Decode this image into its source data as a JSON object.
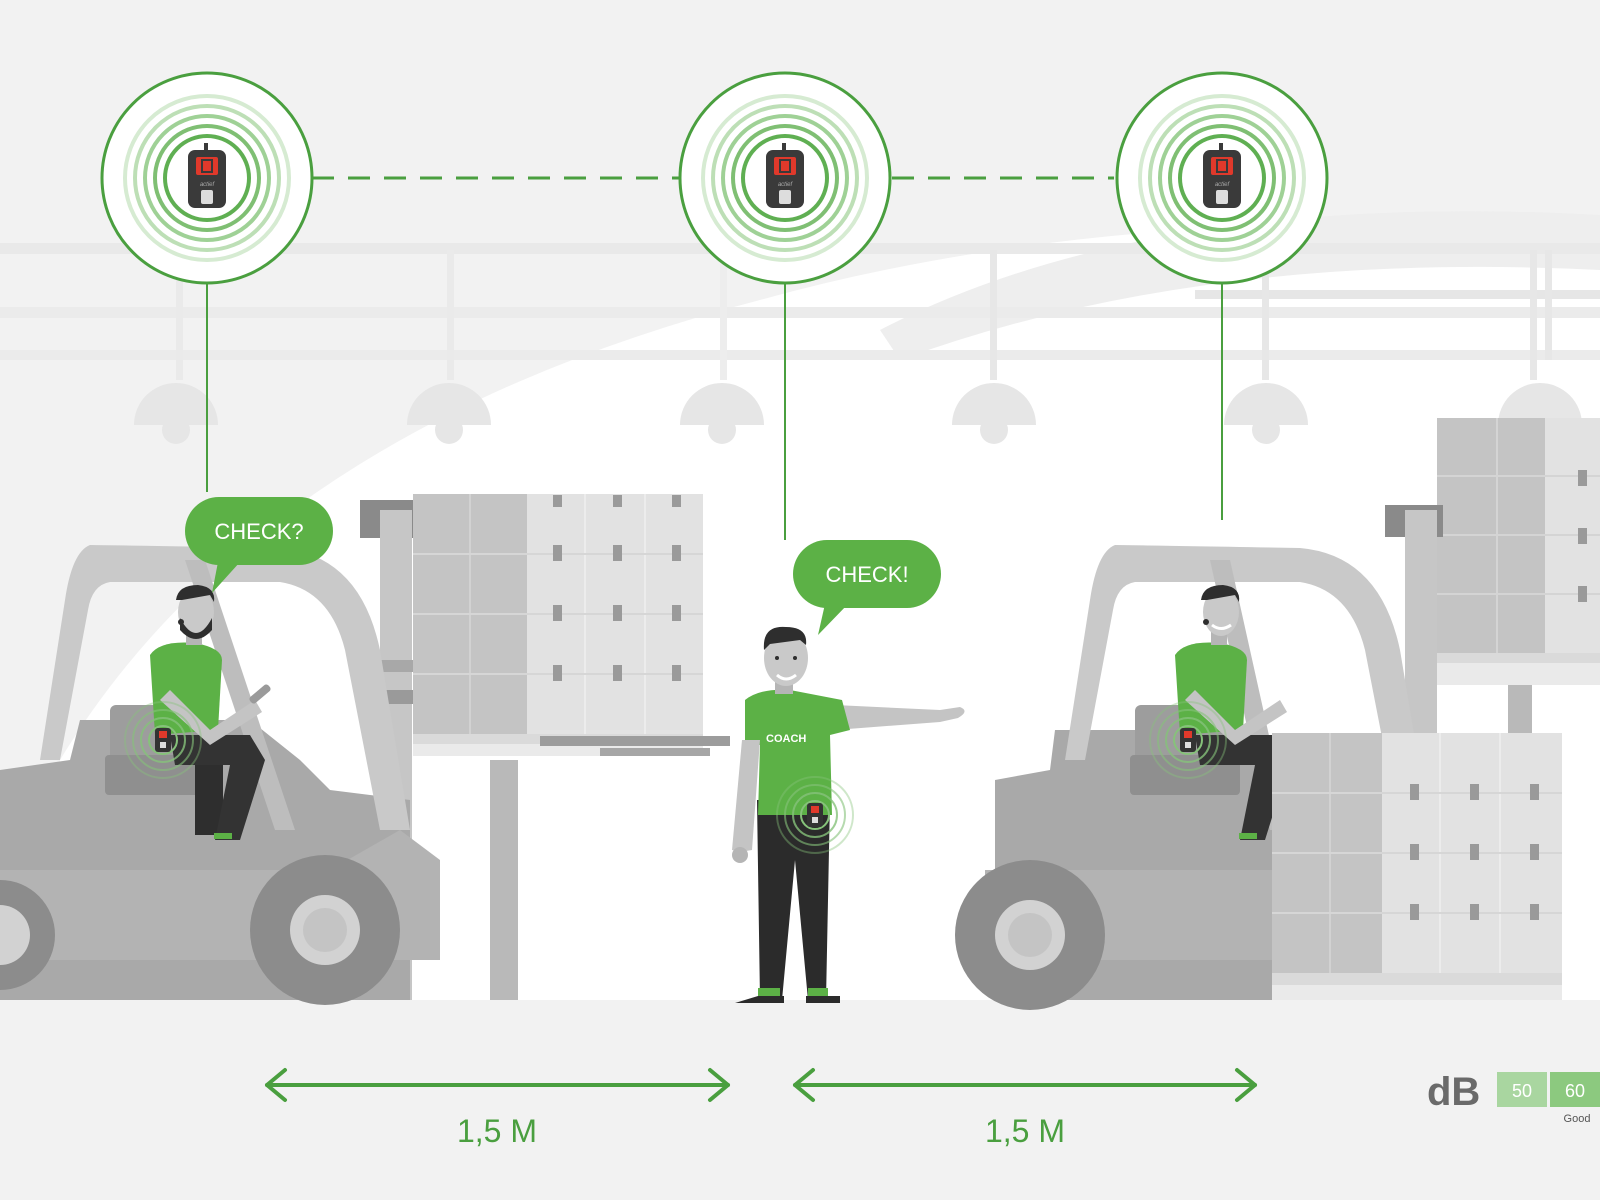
{
  "bubbles": {
    "left": "CHECK?",
    "center": "CHECK!"
  },
  "coach_shirt_label": "COACH",
  "distances": {
    "left": "1,5 M",
    "right": "1,5 M"
  },
  "decibel": {
    "unit": "dB",
    "levels": [
      "50",
      "60"
    ],
    "status": "Good"
  },
  "device_brand": "actief",
  "colors": {
    "accent_green": "#4a9f3f",
    "bubble_green": "#5cb146",
    "level_light_green": "#a9d6a0",
    "level_green": "#8cc97f",
    "device_red": "#e0392b",
    "background": "#f2f2f2"
  },
  "icons": [
    "wearable-device-icon",
    "signal-wave-icon",
    "double-arrow-icon"
  ]
}
